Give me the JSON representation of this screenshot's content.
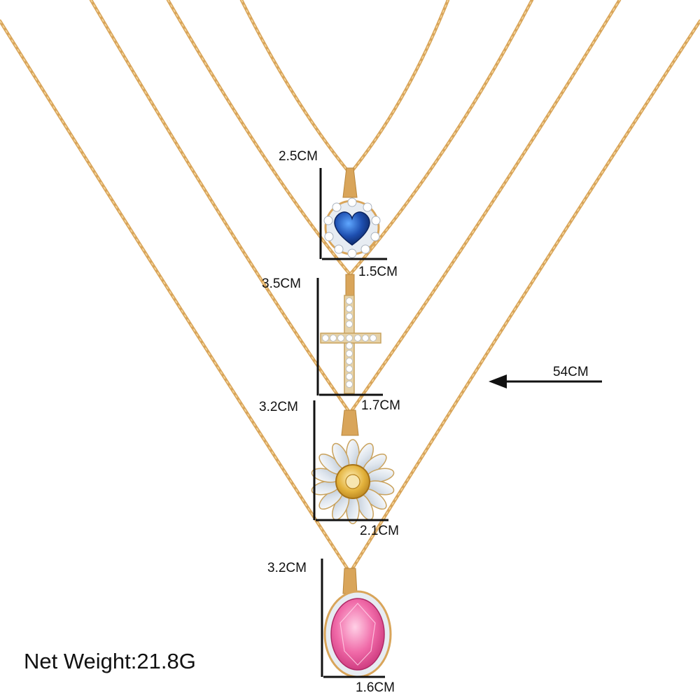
{
  "pendants": [
    {
      "name": "heart",
      "height": "2.5CM",
      "width": "1.5CM",
      "stone_color": "#1e4fb0"
    },
    {
      "name": "cross",
      "height": "3.5CM",
      "width": "1.7CM"
    },
    {
      "name": "flower",
      "height": "3.2CM",
      "width": "2.1CM",
      "center_color": "#e3b23c"
    },
    {
      "name": "oval",
      "height": "3.2CM",
      "width": "1.6CM",
      "stone_color": "#f06aa8"
    }
  ],
  "chain_length": "54CM",
  "net_weight": "Net Weight:21.8G",
  "colors": {
    "gold": "#d9a55a",
    "crystal": "#eef2f7"
  }
}
